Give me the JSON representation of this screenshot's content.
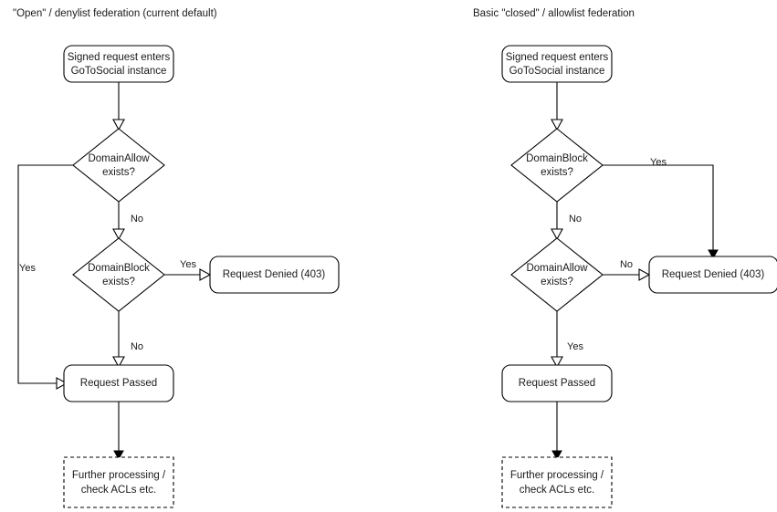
{
  "diagram": {
    "type": "flowchart",
    "background_color": "#ffffff",
    "stroke_color": "#000000",
    "text_color": "#1a1a1a"
  },
  "columns": [
    {
      "id": "open-federation",
      "title": "\"Open\" / denylist federation (current default)",
      "nodes": {
        "entry": "Signed request enters\nGoToSocial instance",
        "entry_line1": "Signed request enters",
        "entry_line2": "GoToSocial instance",
        "decision1_line1": "DomainAllow",
        "decision1_line2": "exists?",
        "decision2_line1": "DomainBlock",
        "decision2_line2": "exists?",
        "denied": "Request Denied (403)",
        "passed": "Request Passed",
        "further_line1": "Further processing /",
        "further_line2": "check ACLs etc."
      },
      "edges": {
        "allow_yes": "Yes",
        "allow_no": "No",
        "block_yes": "Yes",
        "block_no": "No"
      }
    },
    {
      "id": "closed-federation",
      "title": "Basic \"closed\" / allowlist federation",
      "nodes": {
        "entry": "Signed request enters\nGoToSocial instance",
        "entry_line1": "Signed request enters",
        "entry_line2": "GoToSocial instance",
        "decision1_line1": "DomainBlock",
        "decision1_line2": "exists?",
        "decision2_line1": "DomainAllow",
        "decision2_line2": "exists?",
        "denied": "Request Denied (403)",
        "passed": "Request Passed",
        "further_line1": "Further processing /",
        "further_line2": "check ACLs etc."
      },
      "edges": {
        "block_yes": "Yes",
        "block_no": "No",
        "allow_no": "No",
        "allow_yes": "Yes"
      }
    }
  ]
}
